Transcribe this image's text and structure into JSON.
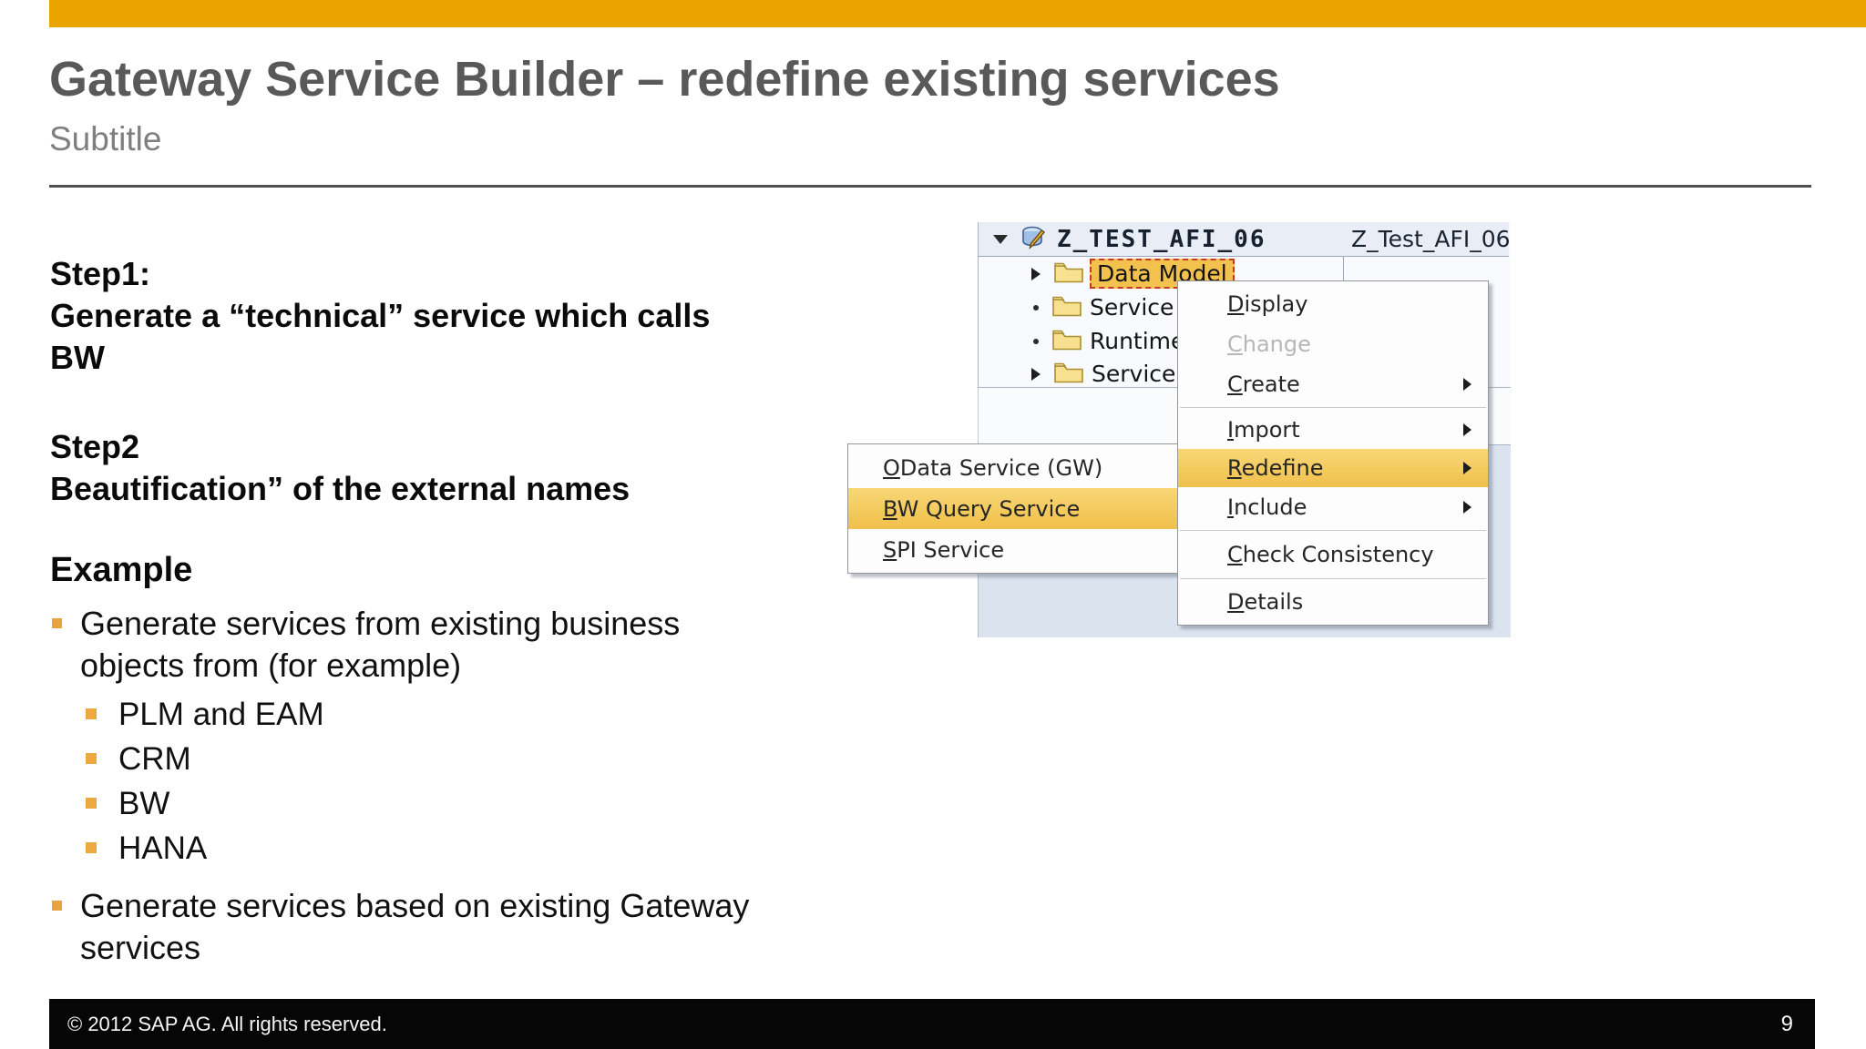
{
  "slide": {
    "title": "Gateway Service Builder – redefine existing services",
    "subtitle": "Subtitle",
    "accent_color": "#E9A400"
  },
  "content": {
    "step1": {
      "heading": "Step1:",
      "line1": "Generate a “technical” service which calls",
      "line2": "BW"
    },
    "step2": {
      "heading": "Step2",
      "line1": "Beautification” of the external names"
    },
    "example_heading": "Example",
    "bullet1": "Generate services from existing business objects from (for example)",
    "sub_bullets": [
      "PLM and EAM",
      "CRM",
      "BW",
      "HANA"
    ],
    "bullet2": "Generate services based on existing Gateway services",
    "bullet_color": "#E8A33D"
  },
  "screenshot": {
    "tree": {
      "root_label": "Z_TEST_AFI_06",
      "root_value": "Z_Test_AFI_06",
      "rows": [
        {
          "label": "Data Model",
          "expandable": true,
          "selected": true
        },
        {
          "label": "Service",
          "expandable": false,
          "selected": false
        },
        {
          "label": "Runtime",
          "expandable": false,
          "selected": false
        },
        {
          "label": "Service",
          "expandable": true,
          "selected": false
        }
      ]
    },
    "menu": {
      "highlight_color": "#F5C84E",
      "items": [
        {
          "label": "Display",
          "disabled": false,
          "has_submenu": false,
          "highlighted": false
        },
        {
          "label": "Change",
          "disabled": true,
          "has_submenu": false,
          "highlighted": false
        },
        {
          "label": "Create",
          "disabled": false,
          "has_submenu": true,
          "highlighted": false
        },
        {
          "label": "Import",
          "disabled": false,
          "has_submenu": true,
          "highlighted": false
        },
        {
          "label": "Redefine",
          "disabled": false,
          "has_submenu": true,
          "highlighted": true
        },
        {
          "label": "Include",
          "disabled": false,
          "has_submenu": true,
          "highlighted": false
        },
        {
          "label": "Check Consistency",
          "disabled": false,
          "has_submenu": false,
          "highlighted": false
        },
        {
          "label": "Details",
          "disabled": false,
          "has_submenu": false,
          "highlighted": false
        }
      ]
    },
    "submenu": {
      "items": [
        {
          "label": "OData Service (GW)",
          "highlighted": false
        },
        {
          "label": "BW Query Service",
          "highlighted": true
        },
        {
          "label": "SPI Service",
          "highlighted": false
        }
      ]
    }
  },
  "footer": {
    "copyright": "©  2012 SAP AG. All rights reserved.",
    "page_number": "9"
  }
}
